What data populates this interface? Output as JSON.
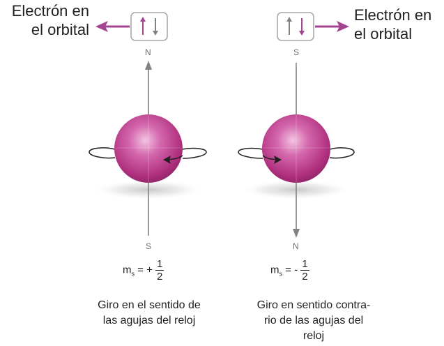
{
  "left": {
    "label_line1": "Electrón en",
    "label_line2": "el orbital",
    "pole_top": "N",
    "pole_bottom": "S",
    "ms_symbol": "m",
    "ms_sub": "s",
    "ms_sign": "= +",
    "frac_num": "1",
    "frac_den": "2",
    "caption_line1": "Giro en el sentido de",
    "caption_line2": "las agujas del reloj"
  },
  "right": {
    "label_line1": "Electrón en",
    "label_line2": "el orbital",
    "pole_top": "S",
    "pole_bottom": "N",
    "ms_symbol": "m",
    "ms_sub": "s",
    "ms_sign": "= -",
    "frac_num": "1",
    "frac_den": "2",
    "caption_line1": "Giro en sentido contra-",
    "caption_line2": "rio de las agujas del",
    "caption_line3": "reloj"
  },
  "colors": {
    "accent": "#a2448f",
    "sphere": "#c0388f",
    "axis": "#808285",
    "box": "#a7a9ac"
  }
}
